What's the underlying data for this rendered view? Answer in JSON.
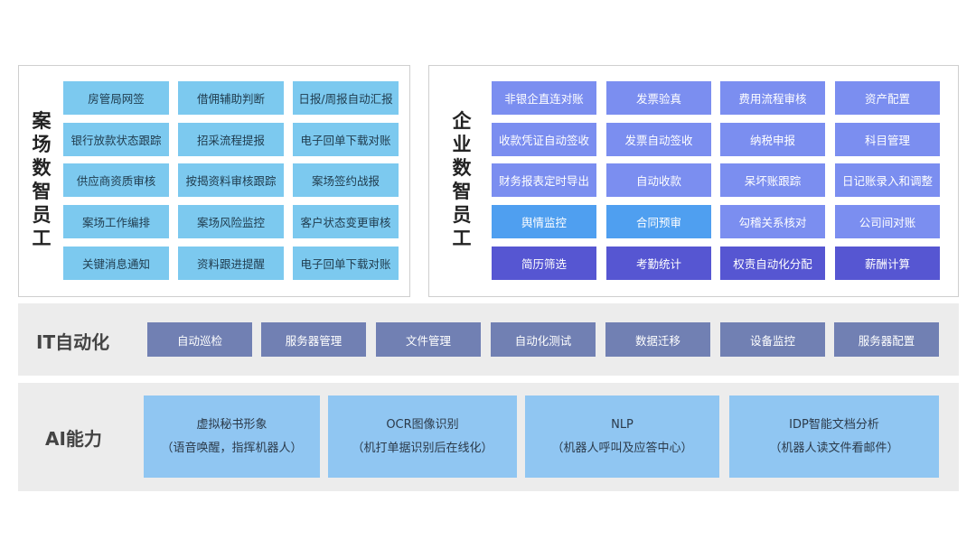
{
  "case_panel": {
    "title": "案场数智员工",
    "items": [
      "房管局网签",
      "借佣辅助判断",
      "日报/周报自动汇报",
      "银行放款状态跟踪",
      "招采流程提报",
      "电子回单下载对账",
      "供应商资质审核",
      "按揭资料审核跟踪",
      "案场签约战报",
      "案场工作编排",
      "案场风险监控",
      "客户状态变更审核",
      "关键消息通知",
      "资料跟进提醒",
      "电子回单下载对账"
    ]
  },
  "enterprise_panel": {
    "title": "企业数智员工",
    "items": [
      "非银企直连对账",
      "发票验真",
      "费用流程审核",
      "资产配置",
      "收款凭证自动签收",
      "发票自动签收",
      "纳税申报",
      "科目管理",
      "财务报表定时导出",
      "自动收款",
      "呆坏账跟踪",
      "日记账录入和调整",
      "舆情监控",
      "合同预审",
      "勾稽关系核对",
      "公司间对账",
      "简历筛选",
      "考勤统计",
      "权责自动化分配",
      "薪酬计算"
    ],
    "row_colors": [
      "#7b8ef0",
      "#7b8ef0",
      "#7b8ef0",
      "#5a9ef0",
      "#5656d2"
    ],
    "row3_colors": [
      "#4f9ff0",
      "#4f9ff0",
      "#7b8ef0",
      "#7b8ef0"
    ]
  },
  "it_band": {
    "title": "IT自动化",
    "items": [
      "自动巡检",
      "服务器管理",
      "文件管理",
      "自动化测试",
      "数据迁移",
      "设备监控",
      "服务器配置"
    ]
  },
  "ai_band": {
    "title": "AI能力",
    "items": [
      {
        "name": "虚拟秘书形象",
        "desc": "（语音唤醒，指挥机器人）"
      },
      {
        "name": "OCR图像识别",
        "desc": "（机打单据识别后在线化）"
      },
      {
        "name": "NLP",
        "desc": "（机器人呼叫及应答中心）"
      },
      {
        "name": "IDP智能文档分析",
        "desc": "（机器人读文件看邮件）"
      }
    ]
  }
}
